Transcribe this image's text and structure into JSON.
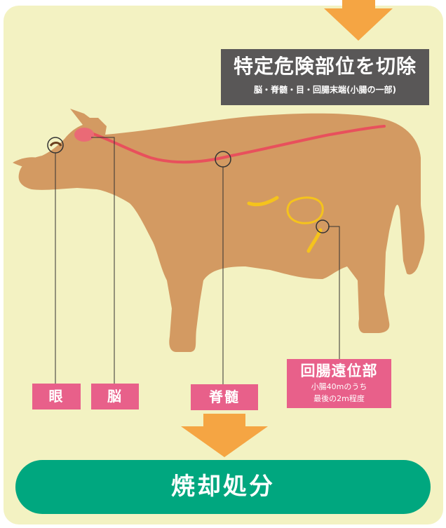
{
  "title": {
    "main": "特定危険部位を切除",
    "sub": "脳・脊髄・目・回腸末端(小腸の一部)"
  },
  "labels": {
    "eye": "眼",
    "brain": "脳",
    "spinal_cord": "脊髄",
    "ileum": "回腸遠位部",
    "ileum_line1": "小腸40mのうち",
    "ileum_line2": "最後の2m程度"
  },
  "result": "焼却処分",
  "colors": {
    "background": "#f3f2c2",
    "cow": "#d39a62",
    "arrow": "#f5a543",
    "label": "#e8608a",
    "title_box": "#595757",
    "result_pill": "#00a77f",
    "spinal_cord": "#e8505c",
    "intestine": "#f5c31c"
  }
}
